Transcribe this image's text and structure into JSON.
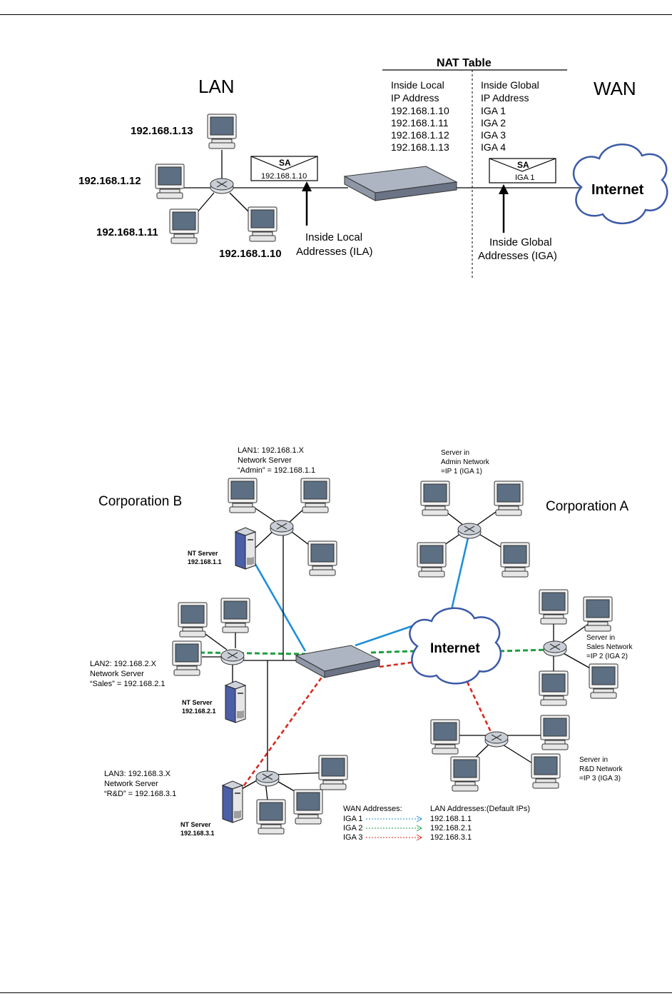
{
  "figure1": {
    "lan_heading": "LAN",
    "wan_heading": "WAN",
    "nat_table": {
      "title": "NAT Table",
      "local_header": [
        "Inside Local",
        "IP Address"
      ],
      "global_header": [
        "Inside Global",
        "IP Address"
      ],
      "rows": [
        {
          "local": "192.168.1.10",
          "global": "IGA 1"
        },
        {
          "local": "192.168.1.11",
          "global": "IGA 2"
        },
        {
          "local": "192.168.1.12",
          "global": "IGA 3"
        },
        {
          "local": "192.168.1.13",
          "global": "IGA 4"
        }
      ]
    },
    "hosts": [
      "192.168.1.13",
      "192.168.1.12",
      "192.168.1.11",
      "192.168.1.10"
    ],
    "lan_packet": {
      "label": "SA",
      "address": "192.168.1.10"
    },
    "wan_packet": {
      "label": "SA",
      "address": "IGA 1"
    },
    "ila_label": [
      "Inside Local",
      "Addresses (ILA)"
    ],
    "iga_label": [
      "Inside Global",
      "Addresses (IGA)"
    ],
    "cloud_label": "Internet"
  },
  "figure2": {
    "corp_b": "Corporation B",
    "corp_a": "Corporation A",
    "cloud_label": "Internet",
    "lan1": [
      "LAN1: 192.168.1.X",
      "Network Server",
      "“Admin” = 192.168.1.1"
    ],
    "lan2": [
      "LAN2: 192.168.2.X",
      "Network Server",
      "“Sales” = 192.168.2.1"
    ],
    "lan3": [
      "LAN3: 192.168.3.X",
      "Network Server",
      "“R&D” = 192.168.3.1"
    ],
    "nt1": [
      "NT Server",
      "192.168.1.1"
    ],
    "nt2": [
      "NT Server",
      "192.168.2.1"
    ],
    "nt3": [
      "NT Server",
      "192.168.3.1"
    ],
    "admin_server": [
      "Server in",
      "Admin Network",
      "=IP 1 (IGA 1)"
    ],
    "sales_server": [
      "Server in",
      "Sales Network",
      "=IP 2 (IGA 2)"
    ],
    "rd_server": [
      "Server in",
      "R&D Network",
      "=IP 3 (IGA 3)"
    ],
    "legend": {
      "wan_header": "WAN Addresses:",
      "lan_header": "LAN Addresses:(Default IPs)",
      "rows": [
        {
          "wan": "IGA 1",
          "lan": "192.168.1.1",
          "color": "#1f8fd8"
        },
        {
          "wan": "IGA 2",
          "lan": "192.168.2.1",
          "color": "#1f9e3f"
        },
        {
          "wan": "IGA 3",
          "lan": "192.168.3.1",
          "color": "#d82a1f"
        }
      ]
    },
    "colors": {
      "iga1": "#1f8fd8",
      "iga2": "#1f9e3f",
      "iga3": "#d82a1f"
    }
  }
}
